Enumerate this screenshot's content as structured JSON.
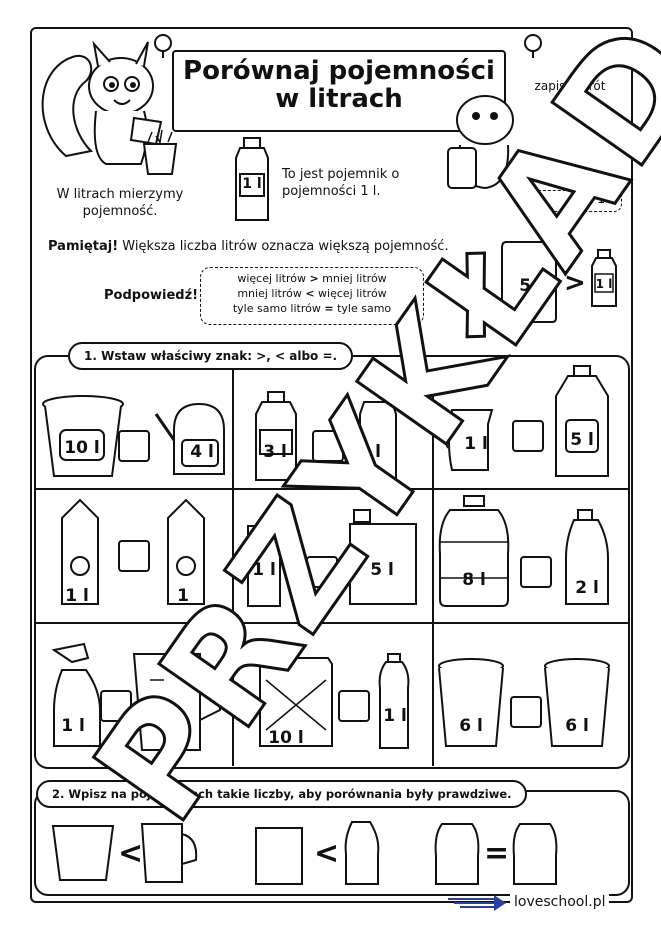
{
  "title": {
    "line1": "Porównaj pojemności",
    "line2": "w litrach"
  },
  "intro": {
    "measure_text": "W litrach mierzymy pojemność.",
    "container_text": "To jest pojemnik o pojemności 1 l.",
    "container_label": "1 l",
    "abbrev_note": "zapisz skrót\nl",
    "abbrev_line": "= 1 l"
  },
  "remember": {
    "prefix": "Pamiętaj!",
    "text": "Większa liczba litrów oznacza większą pojemność."
  },
  "hint": {
    "label": "Podpowiedź!",
    "rows": [
      {
        "left": "więcej litrów",
        "sign": ">",
        "right": "mniej litrów"
      },
      {
        "left": "mniej litrów",
        "sign": "<",
        "right": "więcej litrów"
      },
      {
        "left": "tyle samo litrów",
        "sign": "=",
        "right": "tyle samo"
      }
    ]
  },
  "example": {
    "left": "5 l",
    "sign": ">",
    "right": "1 l"
  },
  "task1": {
    "label": "1. Wstaw właściwy znak: >, < albo =.",
    "cells": [
      {
        "left": "10 l",
        "right": "4 l"
      },
      {
        "left": "3 l",
        "right": "l"
      },
      {
        "left": "1 l",
        "right": "5 l"
      },
      {
        "left": "1 l",
        "right": "1"
      },
      {
        "left": "1 l",
        "right": "5 l"
      },
      {
        "left": "8 l",
        "right": "2 l"
      },
      {
        "left": "1 l",
        "right": ""
      },
      {
        "left": "10 l",
        "right": "1 l"
      },
      {
        "left": "6 l",
        "right": "6 l"
      }
    ]
  },
  "task2": {
    "label": "2. Wpisz na pojemnikach takie liczby, aby porównania były prawdziwe.",
    "signs": [
      "<",
      "<",
      "="
    ]
  },
  "watermark": "PRZYKŁAD",
  "footer": {
    "site": "loveschool.pl"
  }
}
